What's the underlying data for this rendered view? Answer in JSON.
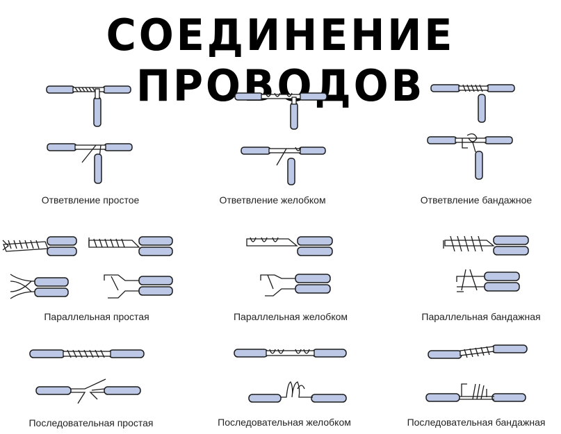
{
  "title": "СОЕДИНЕНИЕ ПРОВОДОВ",
  "colors": {
    "insulation": "#bcc8e6",
    "outline": "#1a1a1a",
    "core": "#ffffff"
  },
  "captions": {
    "branch_simple": "Ответвление простое",
    "branch_groove": "Ответвление желобком",
    "branch_bandage": "Ответвление бандажное",
    "parallel_simple": "Параллельная простая",
    "parallel_groove": "Параллельная желобком",
    "parallel_bandage": "Параллельная бандажная",
    "serial_simple": "Последовательная простая",
    "serial_groove": "Последовательная желобком",
    "serial_bandage": "Последовательная бандажная"
  }
}
